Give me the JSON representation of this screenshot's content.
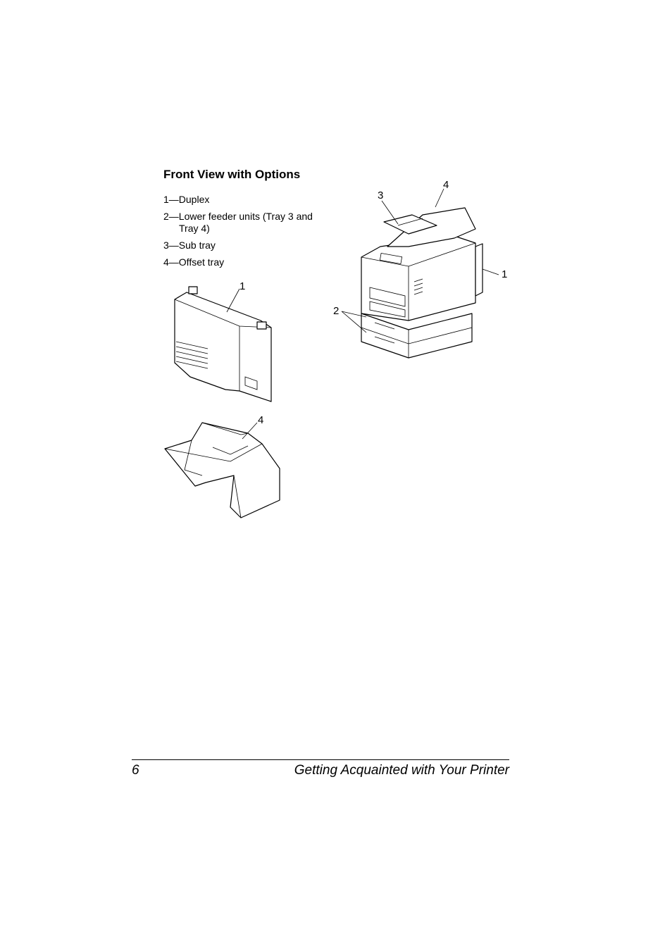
{
  "section": {
    "heading": "Front View with Options",
    "legend": [
      "1—Duplex",
      "2—Lower feeder units (Tray 3 and Tray 4)",
      "3—Sub tray",
      "4—Offset tray"
    ]
  },
  "figures": {
    "printer": {
      "callouts": [
        "1",
        "2",
        "3",
        "4"
      ]
    },
    "duplex": {
      "callout": "1"
    },
    "offset_tray": {
      "callout": "4"
    }
  },
  "footer": {
    "page_number": "6",
    "chapter_title": "Getting Acquainted with Your Printer"
  }
}
